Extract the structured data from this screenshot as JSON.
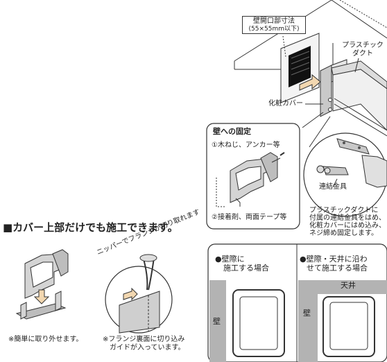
{
  "opening_size": {
    "title": "壁開口部寸法",
    "size": "(55×55mm以下)"
  },
  "labels": {
    "duct": {
      "line1": "プラスチック",
      "line2": "ダクト"
    },
    "cover": "化粧カバー",
    "joint_metal": "連結金具",
    "nipper": "ニッパーでフランジが切り取れます"
  },
  "wall_fix": {
    "title": "壁への固定",
    "item1": "①木ねじ、アンカー等",
    "item2": "②接着剤、両面テープ等"
  },
  "duct_note": {
    "line1": "プラスチックダクトに",
    "line2": "付属の連結金具をはめ、",
    "line3": "化粧カバーにはめ込み、",
    "line4": "ネジ締め固定します。"
  },
  "headline": "■カバー上部だけでも施工できます。",
  "notes": {
    "removable": "※簡単に取り外せます。",
    "flange_line1": "※フランジ裏面に切り込み",
    "flange_line2": "ガイドが入っています。"
  },
  "cases": {
    "wall_edge": {
      "line1": "●壁際に",
      "line2": "施工する場合",
      "wall_label": "壁"
    },
    "wall_ceiling": {
      "line1": "●壁際・天井に沿わ",
      "line2": "せて施工する場合",
      "wall_label": "壁",
      "ceiling_label": "天井"
    }
  },
  "colors": {
    "stroke": "#333333",
    "wall_gray": "#b3b3b3",
    "arrow": "#f2d7b0",
    "cover_gray": "#c9c9c9"
  }
}
